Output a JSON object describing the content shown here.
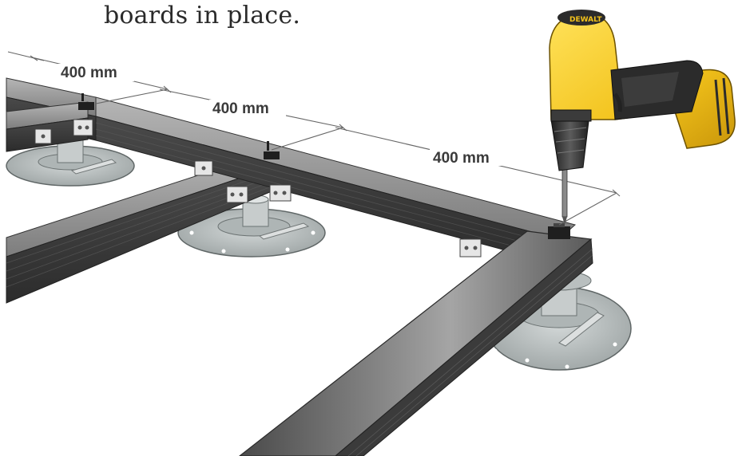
{
  "caption": "boards in place.",
  "dimensions": [
    {
      "label": "400 mm"
    },
    {
      "label": "400 mm"
    },
    {
      "label": "400 mm"
    }
  ],
  "drill": {
    "brand_mark": "DEWALT"
  },
  "colors": {
    "rail_top": "#9a9a9a",
    "rail_side": "#3c3c3c",
    "pedestal": "#bfc6c6",
    "drill_body": "#f2c21b",
    "drill_grip": "#2b2b2b"
  }
}
